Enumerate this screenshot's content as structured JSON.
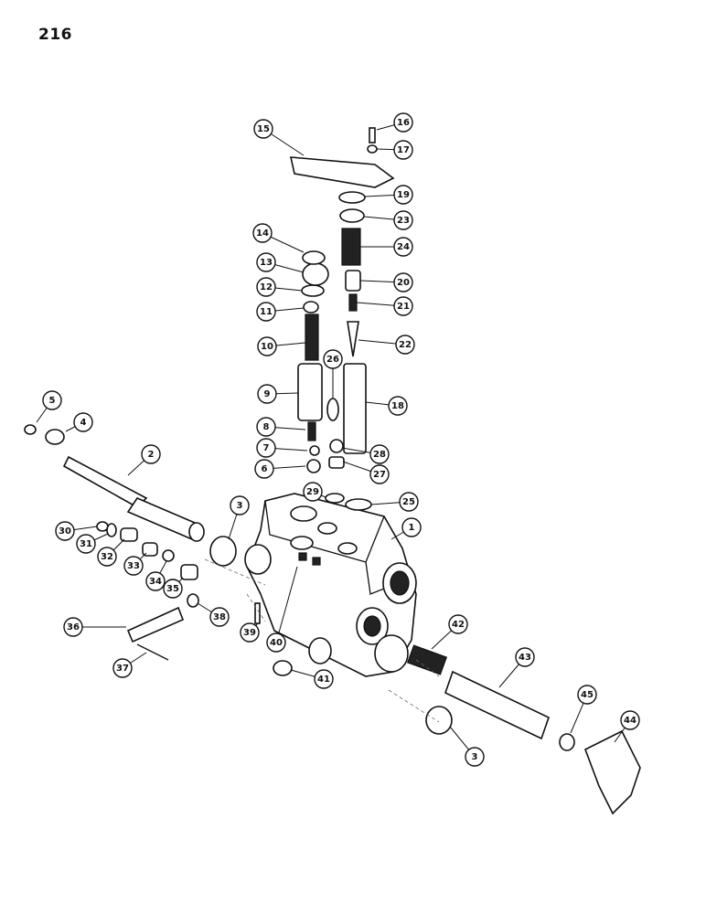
{
  "page": {
    "number": "216"
  },
  "callouts": [
    "1",
    "2",
    "3",
    "3",
    "4",
    "5",
    "6",
    "7",
    "8",
    "9",
    "10",
    "11",
    "12",
    "13",
    "14",
    "15",
    "16",
    "17",
    "18",
    "19",
    "20",
    "21",
    "22",
    "23",
    "24",
    "25",
    "26",
    "27",
    "28",
    "29",
    "30",
    "31",
    "32",
    "33",
    "34",
    "35",
    "36",
    "37",
    "38",
    "39",
    "40",
    "41",
    "42",
    "43",
    "44",
    "45"
  ]
}
